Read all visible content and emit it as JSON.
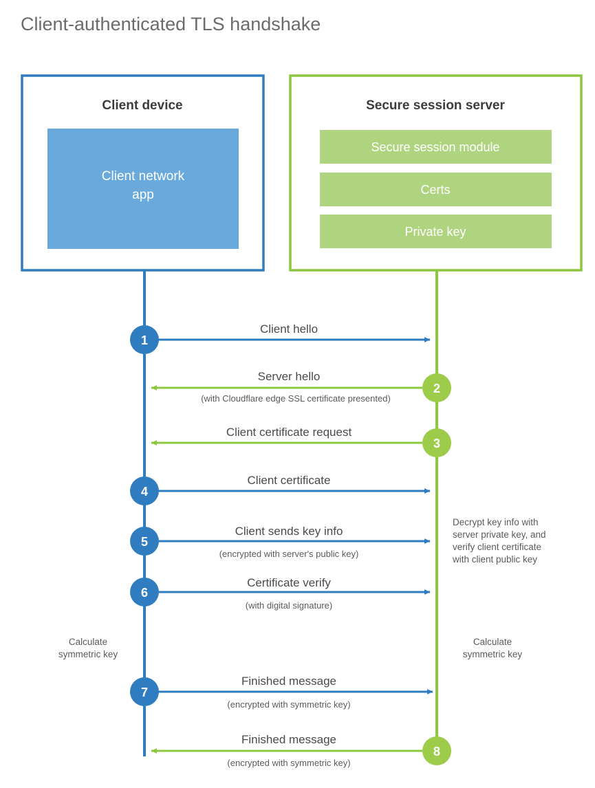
{
  "title": "Client-authenticated TLS handshake",
  "colors": {
    "blue_border": "#2f7dc0",
    "blue_fill": "#6aa9dc",
    "blue_line": "#2f7dc0",
    "green_border": "#8dc63f",
    "green_fill": "#aed480",
    "green_line": "#8dc63f",
    "text": "#4a4a4a",
    "title_text": "#6b6b6b",
    "white": "#ffffff"
  },
  "client_box": {
    "title": "Client device",
    "inner_label_line1": "Client network",
    "inner_label_line2": "app"
  },
  "server_box": {
    "title": "Secure session server",
    "bars": [
      {
        "label": "Secure session module"
      },
      {
        "label": "Certs"
      },
      {
        "label": "Private key"
      }
    ]
  },
  "lifelines": {
    "client_label": "client-lifeline",
    "server_label": "server-lifeline"
  },
  "steps": [
    {
      "number": "1",
      "label": "Client hello",
      "sublabel": "",
      "direction": "client-to-server",
      "color": "blue"
    },
    {
      "number": "2",
      "label": "Server hello",
      "sublabel": "(with Cloudflare edge SSL certificate presented)",
      "direction": "server-to-client",
      "color": "green"
    },
    {
      "number": "3",
      "label": "Client certificate request",
      "sublabel": "",
      "direction": "server-to-client",
      "color": "green"
    },
    {
      "number": "4",
      "label": "Client certificate",
      "sublabel": "",
      "direction": "client-to-server",
      "color": "blue"
    },
    {
      "number": "5",
      "label": "Client sends key info",
      "sublabel": "(encrypted with server's public key)",
      "direction": "client-to-server",
      "color": "blue"
    },
    {
      "number": "6",
      "label": "Certificate verify",
      "sublabel": "(with digital signature)",
      "direction": "client-to-server",
      "color": "blue"
    },
    {
      "number": "7",
      "label": "Finished message",
      "sublabel": "(encrypted with symmetric key)",
      "direction": "client-to-server",
      "color": "blue"
    },
    {
      "number": "8",
      "label": "Finished message",
      "sublabel": "(encrypted with symmetric key)",
      "direction": "server-to-client",
      "color": "green"
    }
  ],
  "annotations": {
    "server_decrypt_line1": "Decrypt key info with",
    "server_decrypt_line2": "server private key, and",
    "server_decrypt_line3": "verify client certificate",
    "server_decrypt_line4": "with client public key",
    "client_calc_line1": "Calculate",
    "client_calc_line2": "symmetric key",
    "server_calc_line1": "Calculate",
    "server_calc_line2": "symmetric key"
  }
}
